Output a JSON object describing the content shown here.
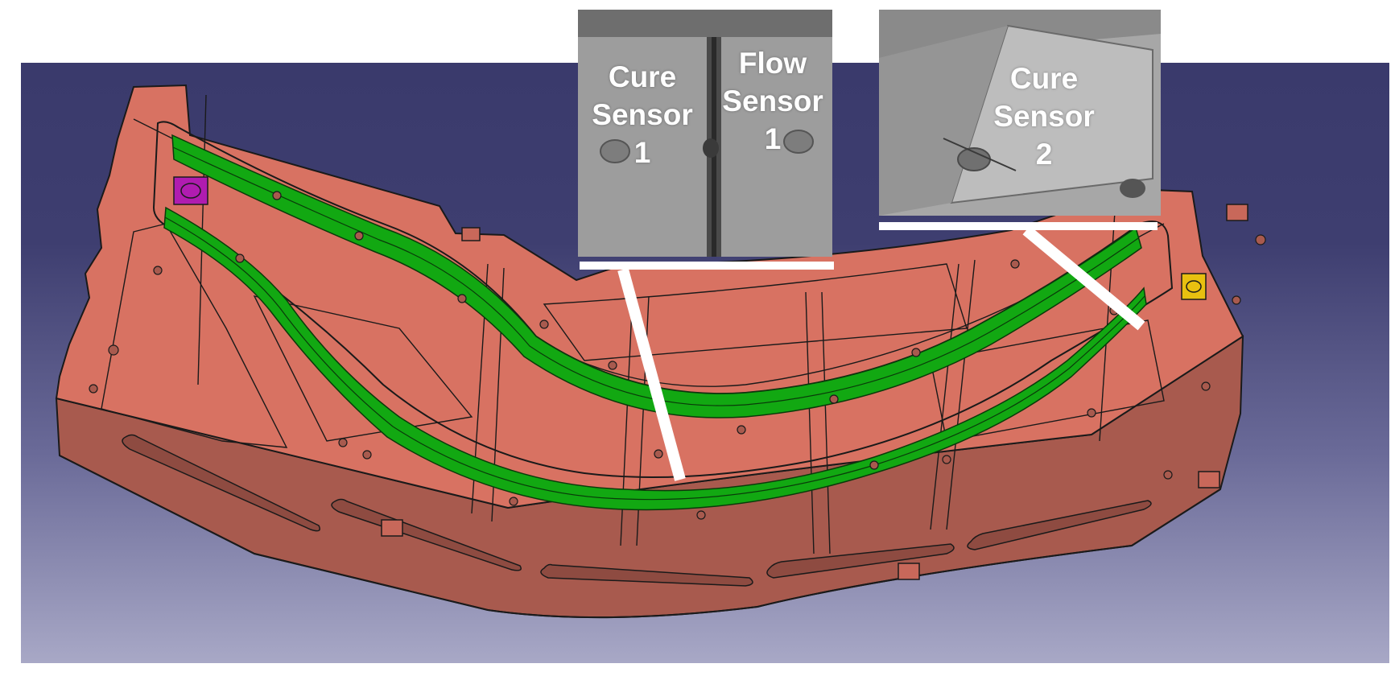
{
  "insets": {
    "cure_sensor_1": "Cure\nSensor\n1",
    "flow_sensor_1": "Flow\nSensor\n1",
    "cure_sensor_2": "Cure\nSensor\n2"
  },
  "colors": {
    "viewport_top": "#3a3a6c",
    "viewport_bottom": "#a8a8c6",
    "mold_top": "#d87262",
    "mold_side": "#a85a4e",
    "channel_green": "#12a812",
    "inlet_marker": "#b01cb0",
    "outlet_marker": "#e8c010",
    "callout": "#ffffff"
  }
}
